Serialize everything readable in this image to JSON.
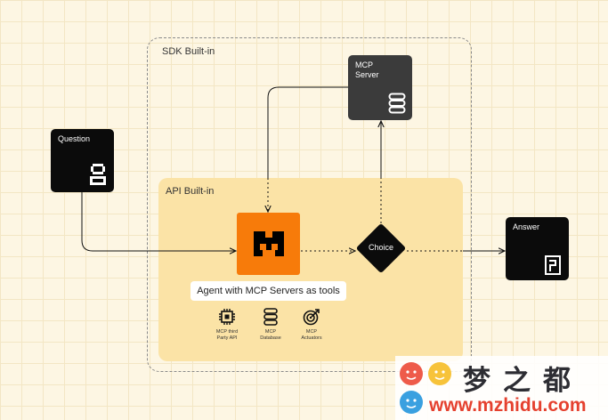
{
  "regions": {
    "sdk_label": "SDK Built-in",
    "api_label": "API Built-in"
  },
  "nodes": {
    "question": {
      "label": "Question",
      "icon": "person-icon"
    },
    "answer": {
      "label": "Answer",
      "icon": "document-icon"
    },
    "mcp_server": {
      "label_line1": "MCP",
      "label_line2": "Server",
      "icon": "database-icon"
    },
    "agent": {
      "icon": "mistral-logo-icon",
      "caption": "Agent with MCP Servers as tools"
    },
    "choice": {
      "label": "Choice"
    }
  },
  "tools": [
    {
      "line1": "MCP third",
      "line2": "Party API",
      "icon": "chip-icon"
    },
    {
      "line1": "MCP",
      "line2": "Database",
      "icon": "database-icon"
    },
    {
      "line1": "MCP",
      "line2": "Actuators",
      "icon": "target-icon"
    }
  ],
  "watermark": {
    "name": "梦之都",
    "url": "www.mzhidu.com"
  },
  "colors": {
    "agent": "#f77b0a",
    "api_region": "#fbe3a6",
    "node_dark": "#0b0b0b",
    "mcp_server": "#3b3b3b",
    "background": "#fdf6e3"
  }
}
